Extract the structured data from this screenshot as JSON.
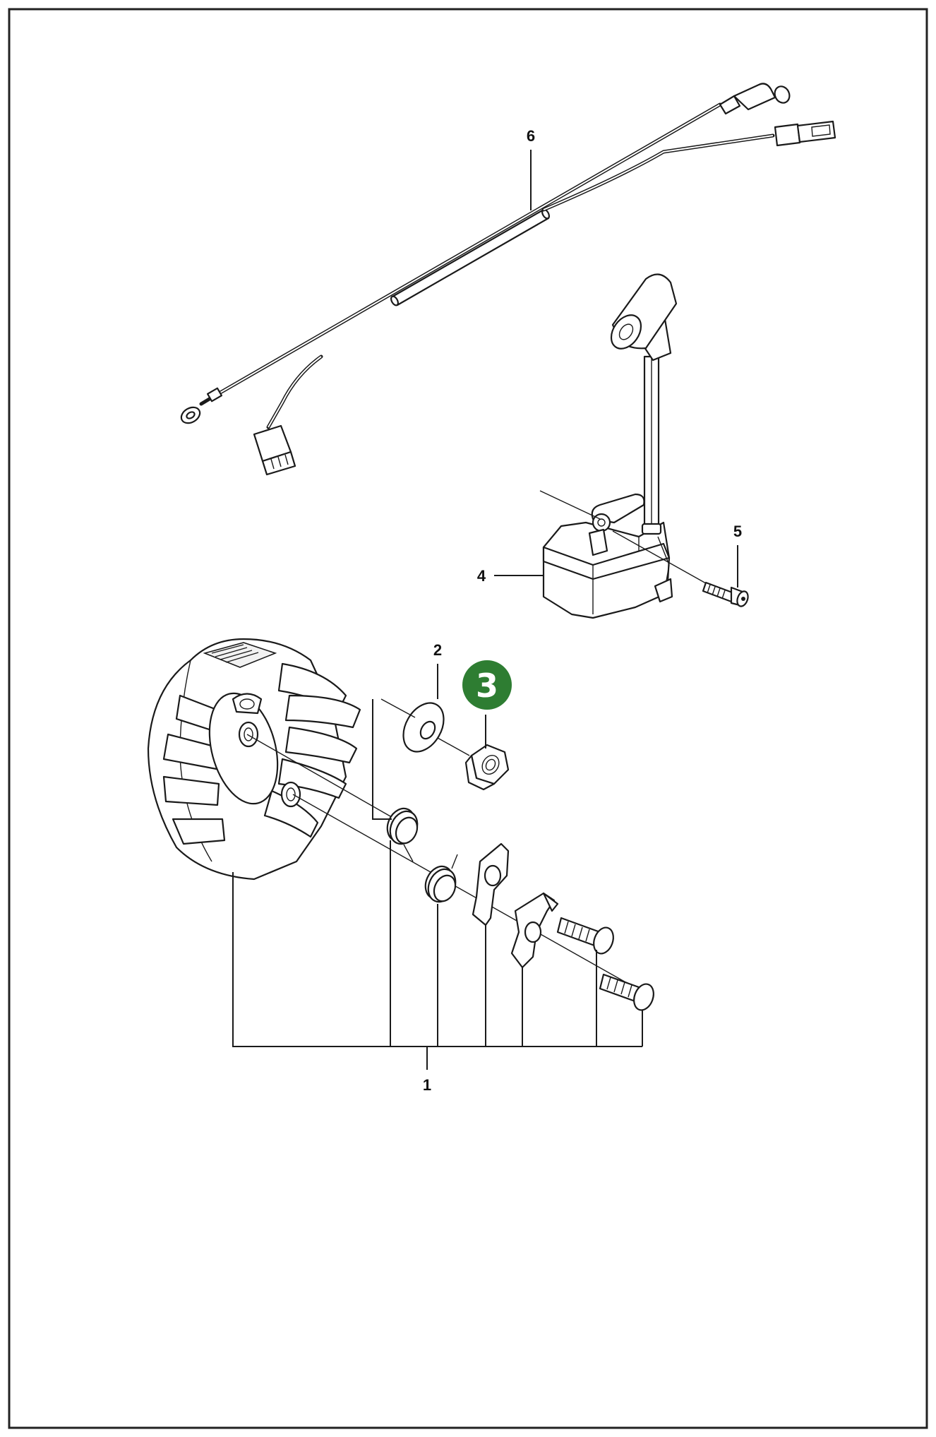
{
  "diagram": {
    "callouts": [
      {
        "id": "1",
        "text": "1"
      },
      {
        "id": "2",
        "text": "2"
      },
      {
        "id": "3",
        "text": "3",
        "highlighted": true
      },
      {
        "id": "4",
        "text": "4"
      },
      {
        "id": "5",
        "text": "5"
      },
      {
        "id": "6",
        "text": "6"
      }
    ],
    "colors": {
      "highlight": "#2e7d32",
      "outline": "#1a1a1a",
      "frame": "#222222"
    }
  }
}
